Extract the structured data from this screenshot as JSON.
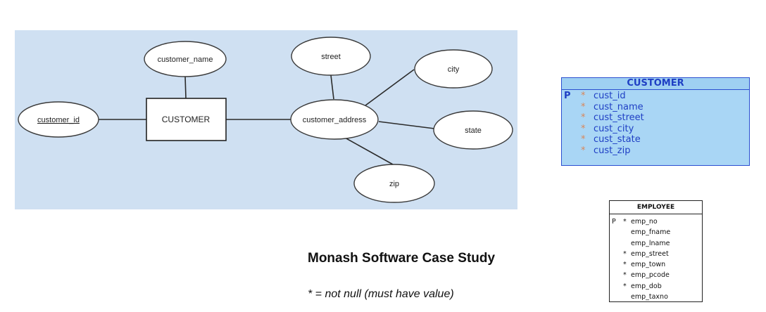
{
  "er_diagram": {
    "entity": "CUSTOMER",
    "attributes": {
      "customer_id": "customer_id",
      "customer_name": "customer_name",
      "customer_address": "customer_address",
      "street": "street",
      "city": "city",
      "state": "state",
      "zip": "zip"
    }
  },
  "customer_table": {
    "title": "CUSTOMER",
    "columns": [
      {
        "key": "P",
        "required": "*",
        "name": "cust_id"
      },
      {
        "key": "",
        "required": "*",
        "name": "cust_name"
      },
      {
        "key": "",
        "required": "*",
        "name": "cust_street"
      },
      {
        "key": "",
        "required": "*",
        "name": "cust_city"
      },
      {
        "key": "",
        "required": "*",
        "name": "cust_state"
      },
      {
        "key": "",
        "required": "*",
        "name": "cust_zip"
      }
    ]
  },
  "employee_table": {
    "title": "EMPLOYEE",
    "columns": [
      {
        "key": "P",
        "required": "*",
        "name": "emp_no"
      },
      {
        "key": "",
        "required": "",
        "name": "emp_fname"
      },
      {
        "key": "",
        "required": "",
        "name": "emp_lname"
      },
      {
        "key": "",
        "required": "*",
        "name": "emp_street"
      },
      {
        "key": "",
        "required": "*",
        "name": "emp_town"
      },
      {
        "key": "",
        "required": "*",
        "name": "emp_pcode"
      },
      {
        "key": "",
        "required": "*",
        "name": "emp_dob"
      },
      {
        "key": "",
        "required": "",
        "name": "emp_taxno"
      }
    ]
  },
  "caption": {
    "title": "Monash Software Case Study",
    "legend": "* = not null (must have value)"
  }
}
